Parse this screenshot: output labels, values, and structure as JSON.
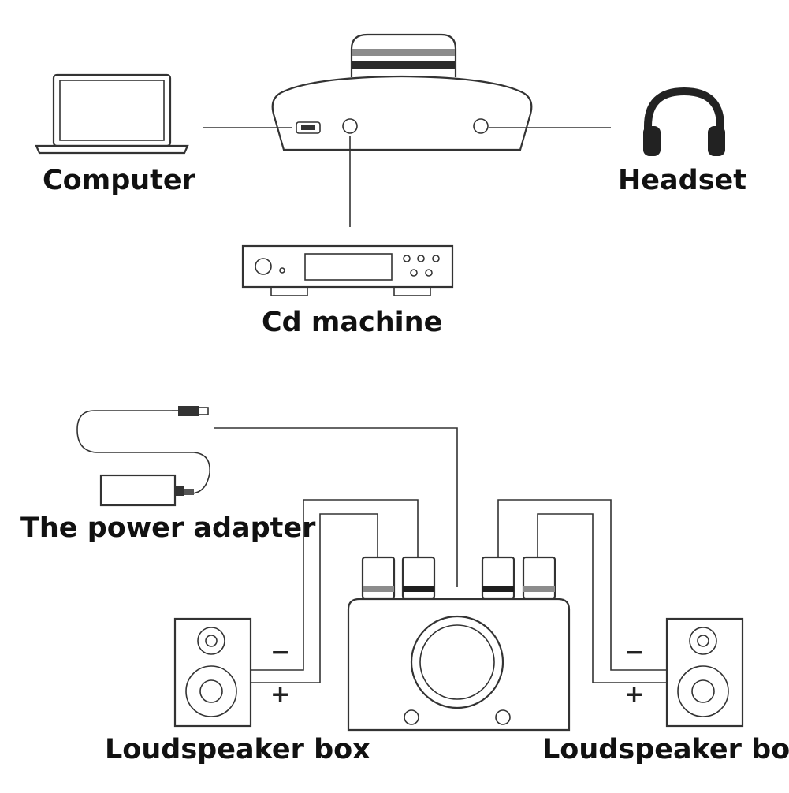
{
  "labels": {
    "computer": "Computer",
    "headset": "Headset",
    "cd_machine": "Cd machine",
    "power_adapter": "The power adapter",
    "speaker_left": "Loudspeaker box",
    "speaker_right": "Loudspeaker box"
  },
  "polarity": {
    "left_minus": "−",
    "left_plus": "+",
    "right_minus": "−",
    "right_plus": "+"
  },
  "colors": {
    "line": "#333333",
    "cap_band_dark": "#1e1e1e",
    "cap_band_gray": "#8c8c8c",
    "headphone_fill": "#222222"
  }
}
